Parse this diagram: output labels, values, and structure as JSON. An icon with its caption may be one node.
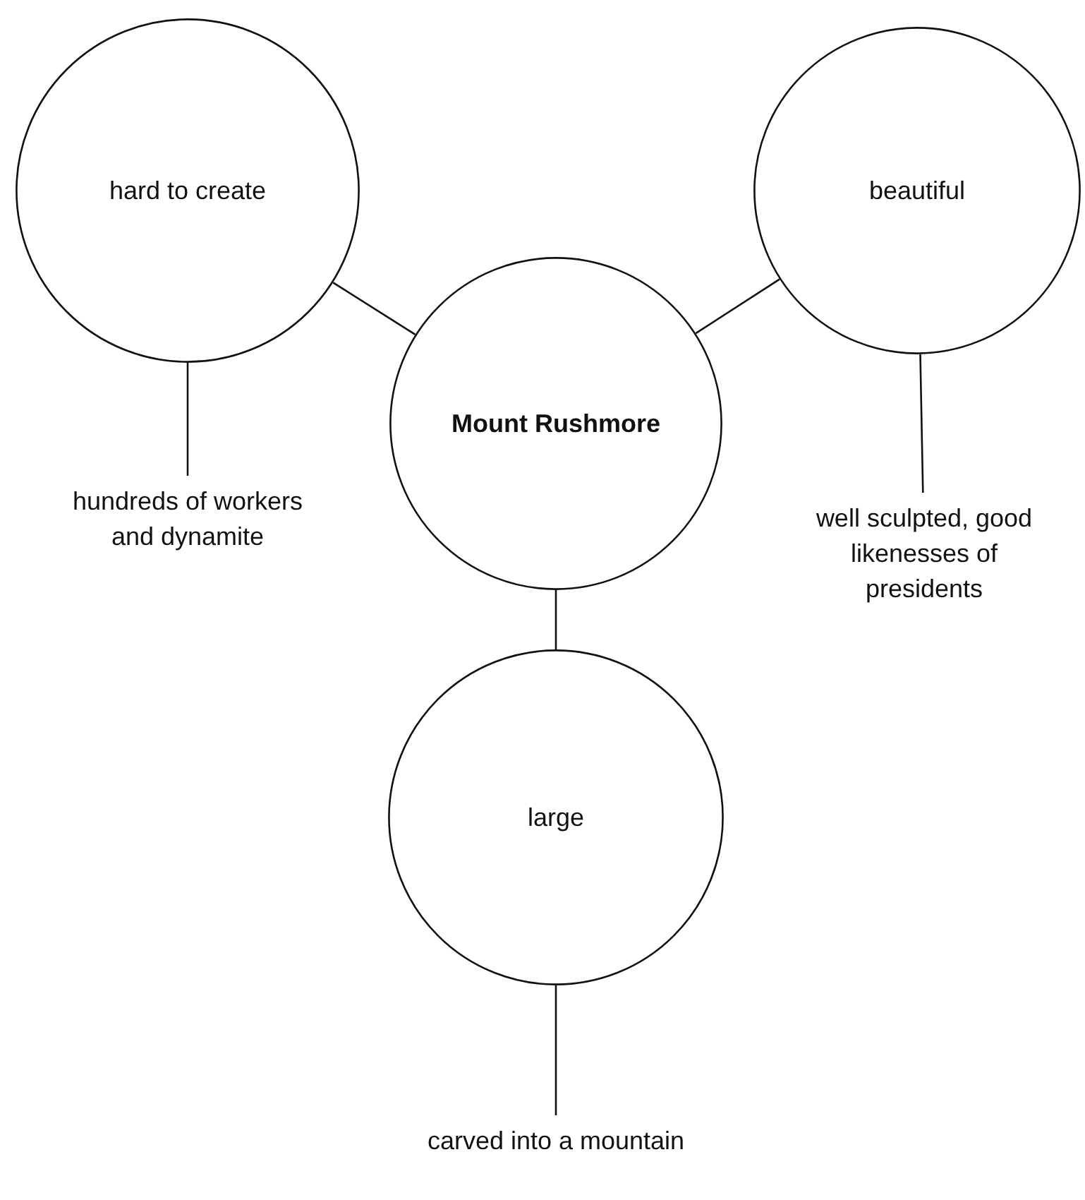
{
  "diagram": {
    "nodes": [
      {
        "text": [
          "Mount Rushmore"
        ]
      },
      {
        "text": [
          "hard to create"
        ]
      },
      {
        "text": [
          "beautiful"
        ]
      },
      {
        "text": [
          "large"
        ]
      },
      {
        "text": [
          "hundreds of workers and dynamite"
        ]
      },
      {
        "text": [
          "well sculpted, good likenesses of presidents"
        ]
      },
      {
        "text": [
          "carved into a mountain"
        ]
      }
    ],
    "edges": [
      {
        "from": 0,
        "to": 1,
        "arrow": "none"
      },
      {
        "from": 0,
        "to": 2,
        "arrow": "none"
      },
      {
        "from": 0,
        "to": 3,
        "arrow": "none"
      },
      {
        "from": 1,
        "to": 4,
        "arrow": "none"
      },
      {
        "from": 2,
        "to": 5,
        "arrow": "none"
      },
      {
        "from": 3,
        "to": 6,
        "arrow": "none"
      }
    ]
  }
}
